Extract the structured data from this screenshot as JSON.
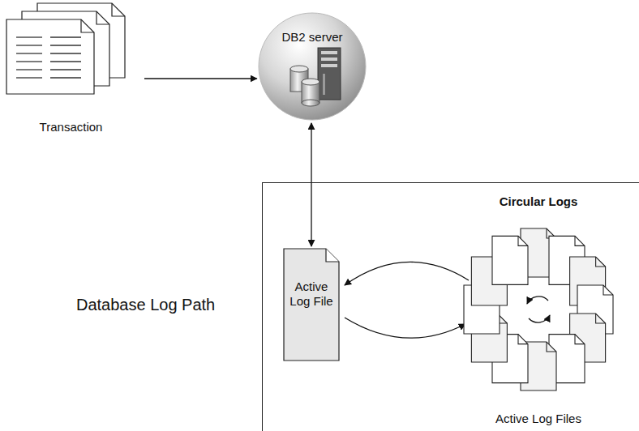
{
  "diagram": {
    "nodes": [
      {
        "text": [
          "Transaction"
        ]
      },
      {
        "text": [
          "DB2 server"
        ]
      },
      {
        "text": [
          "Database Log Path"
        ]
      },
      {
        "text": [
          "Active Log File"
        ],
        "in": 2
      },
      {
        "text": [
          "Circular Logs",
          "Active Log Files"
        ],
        "in": 2
      }
    ],
    "edges": [
      {
        "from": 0,
        "to": 1,
        "arrow": "to"
      },
      {
        "from": 1,
        "to": 3,
        "arrow": "both"
      },
      {
        "from": 4,
        "to": 3,
        "arrow": "to"
      },
      {
        "from": 3,
        "to": 4,
        "arrow": "to"
      }
    ]
  }
}
